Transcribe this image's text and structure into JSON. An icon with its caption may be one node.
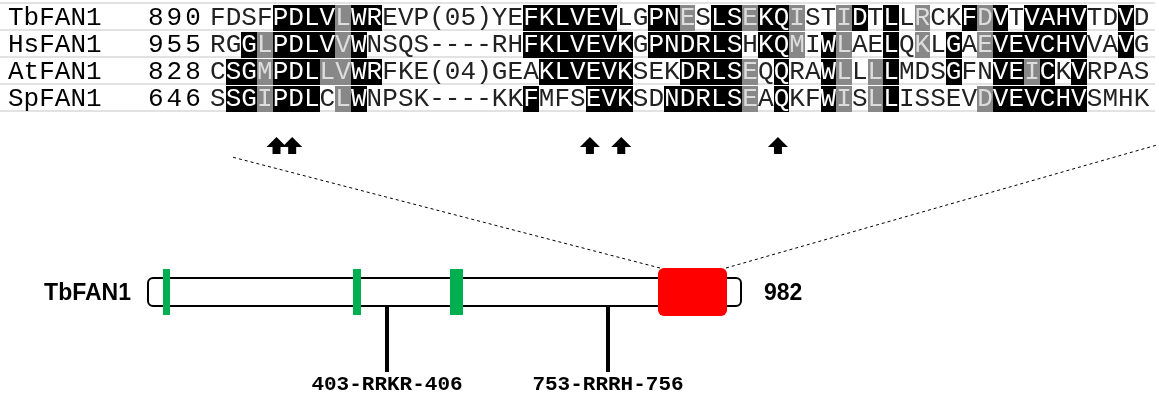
{
  "diagram": {
    "nodes": [
      {
        "text": [],
        "shape": "bar",
        "beside": [
          "TbFAN1",
          "982"
        ]
      },
      {
        "text": [
          "403-RRKR-406"
        ]
      },
      {
        "text": [
          "753-RRRH-756"
        ]
      }
    ],
    "edges": [
      {
        "from": 1,
        "to": 0,
        "arrow": "none"
      },
      {
        "from": 2,
        "to": 0,
        "arrow": "none"
      }
    ],
    "labels": [
      "TbFAN1",
      "890",
      "FDSFPDLVLWREVP(05)YEFKLVEVLGPNESLSEKQISTIDTLLRCKFDVTVAHVTDVD",
      "HsFAN1",
      "955",
      "RGGLPDLVVWNSQS----RHFKLVEVKGPNDRLSHKQMIWLAELQKLGAEVEVCHVVAVG",
      "AtFAN1",
      "828",
      "CSGMPDLLVWRFKE(04)GEAKLVEVKSEKDRLSEQQRAWLLLLMDSGFNVEICKVRPAS",
      "SpFAN1",
      "646",
      "SSGIPDLCLWNPSK----KKFMFSEVKSDNDRLSEAQKFWISLLISSEVDVEVCHVSMHK"
    ]
  }
}
